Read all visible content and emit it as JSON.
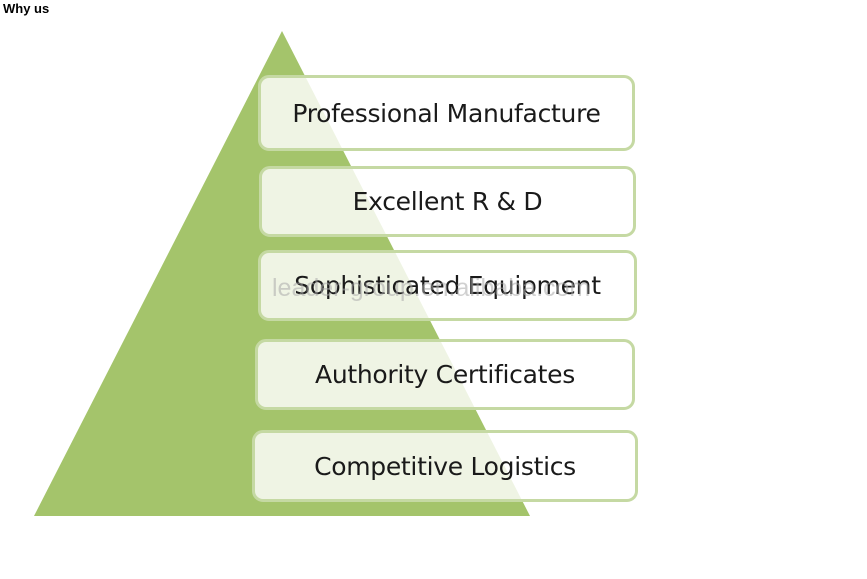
{
  "page": {
    "title": "Why us"
  },
  "colors": {
    "pyramid_fill": "#a4c46b",
    "pill_border": "#c5d9a3",
    "pill_fill": "#ffffff",
    "text": "#1a1a1a"
  },
  "pyramid": {
    "levels": [
      {
        "label": "Professional Manufacture"
      },
      {
        "label": "Excellent R & D"
      },
      {
        "label": "Sophisticated Equipment"
      },
      {
        "label": "Authority Certificates"
      },
      {
        "label": "Competitive Logistics"
      }
    ]
  },
  "watermark": {
    "text": "leader-group.en.alibaba.com"
  }
}
